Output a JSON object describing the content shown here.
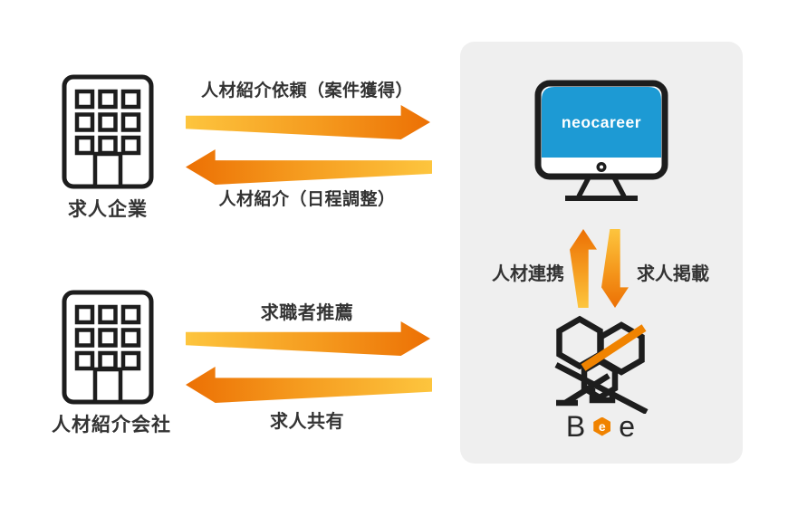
{
  "palette": {
    "background": "#ffffff",
    "panel_background": "#efefef",
    "text": "#333333",
    "line": "#1d1d1d",
    "arrow_gradient_light": "#fdc53e",
    "arrow_gradient_dark": "#ec7004",
    "monitor_screen_blue": "#1d9ad4",
    "accent_orange": "#f08300"
  },
  "entities": {
    "client_company": {
      "label": "求人企業",
      "icon": "building-icon"
    },
    "staffing_agency": {
      "label": "人材紹介会社",
      "icon": "building-icon"
    }
  },
  "flows": {
    "client_to_neocareer": "人材紹介依頼（案件獲得）",
    "neocareer_to_client": "人材紹介（日程調整）",
    "agency_to_neocareer": "求職者推薦",
    "neocareer_to_agency": "求人共有",
    "bee_to_neocareer": "人材連携",
    "neocareer_to_bee": "求人掲載"
  },
  "platform": {
    "monitor_brand": "neocareer",
    "bee_wordmark": {
      "b": "B",
      "e_accent": "e",
      "e": "e"
    }
  }
}
